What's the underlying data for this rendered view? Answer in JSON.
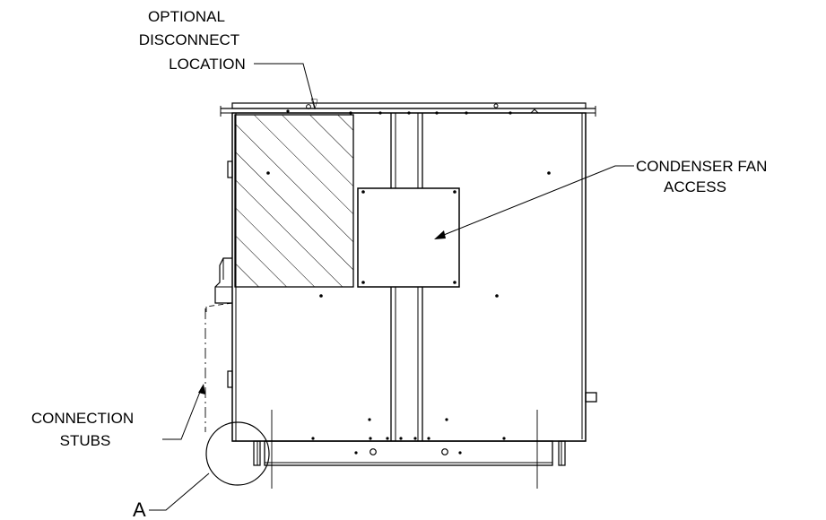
{
  "labels": {
    "disconnect_line1": "OPTIONAL",
    "disconnect_line2": "DISCONNECT",
    "disconnect_line3": "LOCATION",
    "condenser_line1": "CONDENSER FAN",
    "condenser_line2": "ACCESS",
    "stubs_line1": "CONNECTION",
    "stubs_line2": "STUBS",
    "detail_marker": "A"
  },
  "colors": {
    "ink": "#000000",
    "background": "#ffffff"
  }
}
